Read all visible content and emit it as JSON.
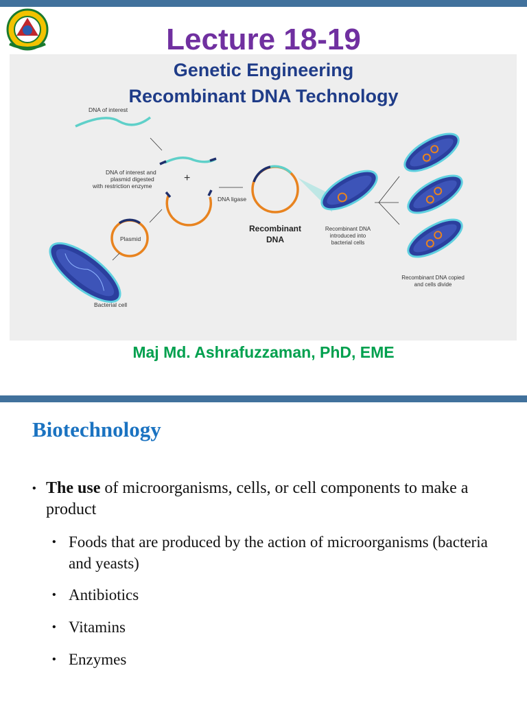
{
  "slide1": {
    "title": "Lecture 18-19",
    "subtitle_line1": "Genetic Engineering",
    "subtitle_line2": "Recombinant DNA Technology",
    "author": "Maj Md. Ashrafuzzaman, PhD, EME",
    "diagram": {
      "dna_of_interest": "DNA of interest",
      "digested_line1": "DNA of interest and",
      "digested_line2": "plasmid digested",
      "digested_line3": "with restriction enzyme",
      "plus": "+",
      "plasmid": "Plasmid",
      "bacterial_cell": "Bacterial cell",
      "dna_ligase": "DNA ligase",
      "recombinant_line1": "Recombinant",
      "recombinant_line2": "DNA",
      "introduced_line1": "Recombinant DNA",
      "introduced_line2": "introduced into",
      "introduced_line3": "bacterial cells",
      "copied_line1": "Recombinant DNA copied",
      "copied_line2": "and cells divide"
    },
    "colors": {
      "title": "#7030a0",
      "subtitle": "#1f3c88",
      "author": "#00a04e",
      "bar": "#41719c"
    }
  },
  "slide2": {
    "title": "Biotechnology",
    "bullet_main_bold": "The use",
    "bullet_main_rest": " of microorganisms, cells, or cell components to make a product",
    "sub_bullets": [
      "Foods that are produced by the action of microorganisms (bacteria and yeasts)",
      "Antibiotics",
      "Vitamins",
      "Enzymes"
    ],
    "bullet_glyph": "•",
    "colors": {
      "title": "#1b73c1"
    }
  }
}
